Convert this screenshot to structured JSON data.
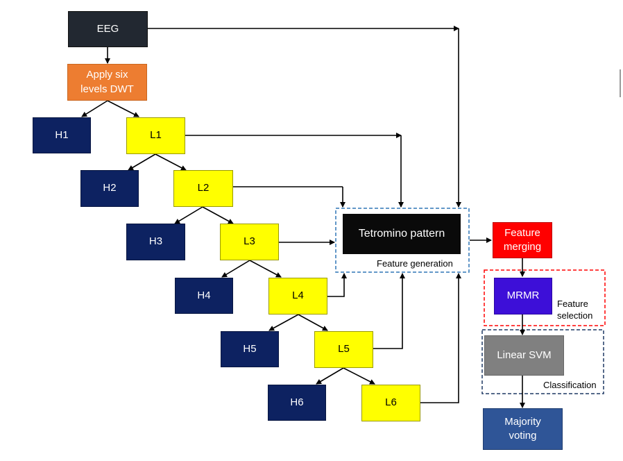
{
  "nodes": {
    "eeg": "EEG",
    "dwt": [
      "Apply six",
      "levels DWT"
    ],
    "h1": "H1",
    "h2": "H2",
    "h3": "H3",
    "h4": "H4",
    "h5": "H5",
    "h6": "H6",
    "l1": "L1",
    "l2": "L2",
    "l3": "L3",
    "l4": "L4",
    "l5": "L5",
    "l6": "L6",
    "tetromino": "Tetromino pattern",
    "merging": [
      "Feature",
      "merging"
    ],
    "mrmr": "MRMR",
    "svm": "Linear SVM",
    "voting": [
      "Majority",
      "voting"
    ]
  },
  "groups": {
    "feature_generation": "Feature generation",
    "feature_selection": [
      "Feature",
      "selection"
    ],
    "classification": "Classification"
  },
  "colors": {
    "eeg": "#222831",
    "dwt": "#ED7D31",
    "high": "#0D2261",
    "low": "#FFFF00",
    "tetromino": "#0a0a0a",
    "merging": "#FF0000",
    "mrmr": "#3D0FD8",
    "svm": "#808080",
    "voting": "#2F5597",
    "feature_generation_border": "#2E75B6",
    "feature_selection_border": "#FF0000",
    "classification_border": "#1F3864"
  }
}
